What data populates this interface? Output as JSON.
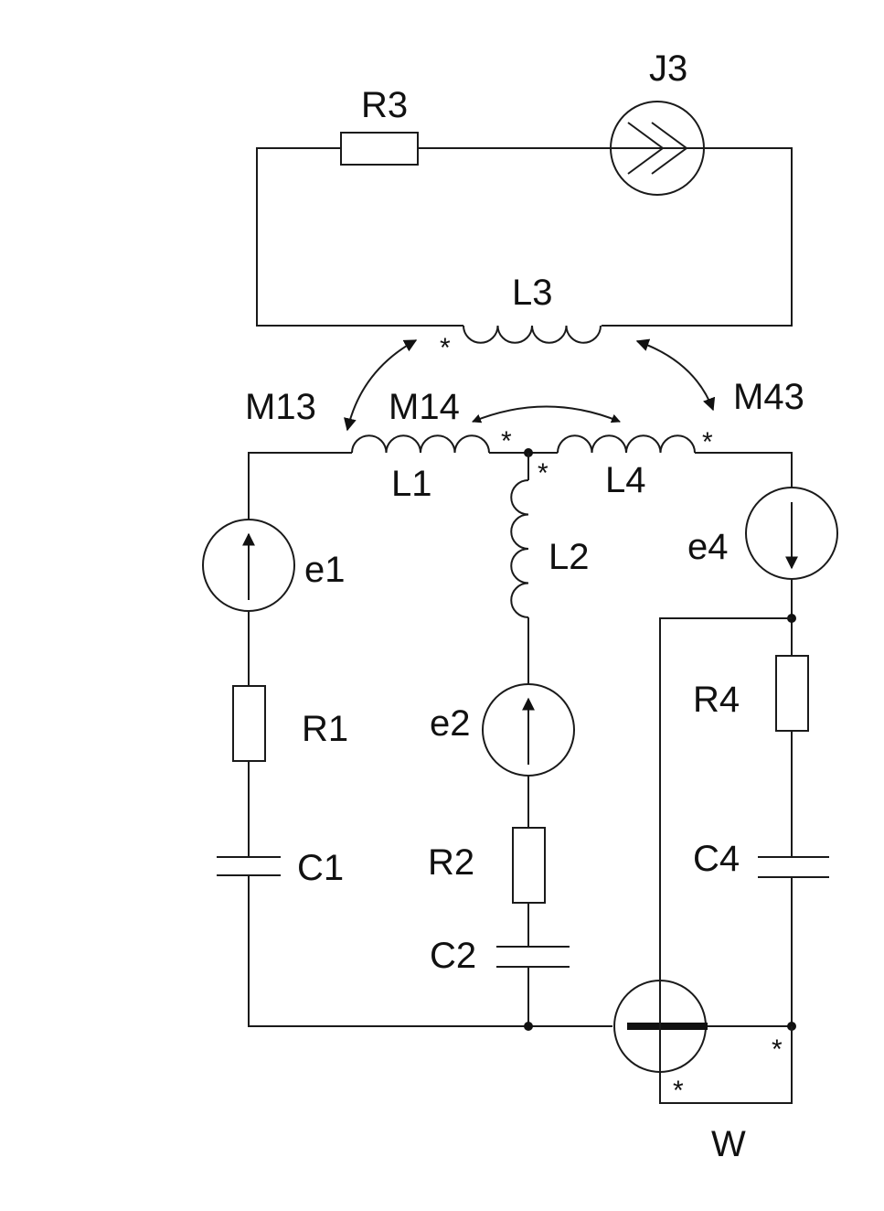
{
  "components": {
    "R1": "R1",
    "R2": "R2",
    "R3": "R3",
    "R4": "R4",
    "C1": "C1",
    "C2": "C2",
    "C4": "C4",
    "L1": "L1",
    "L2": "L2",
    "L3": "L3",
    "L4": "L4",
    "e1": "e1",
    "e2": "e2",
    "e4": "e4",
    "J3": "J3",
    "W": "W"
  },
  "couplings": {
    "M13": "M13",
    "M14": "M14",
    "M43": "M43"
  },
  "marker": "*",
  "colors": {
    "stroke": "#1a1a1a",
    "background": "#ffffff"
  }
}
